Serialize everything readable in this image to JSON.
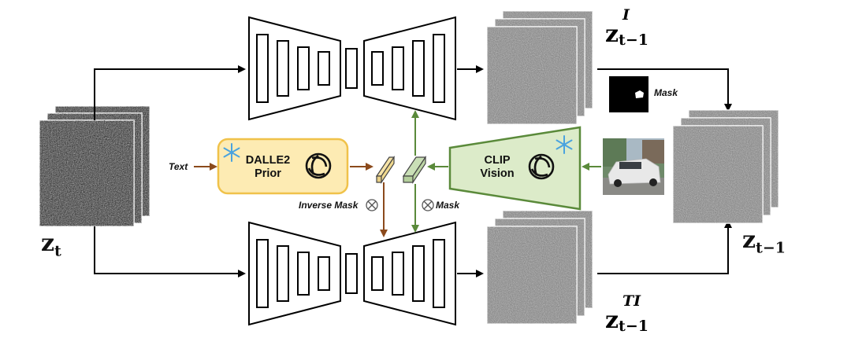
{
  "labels": {
    "z_t_base": "z",
    "z_t_sub": "t",
    "z_t1_base": "z",
    "z_t1_sub": "t−1",
    "zI_sup": "I",
    "zI_base": "z",
    "zI_sub": "t−1",
    "zTI_sup": "TI",
    "zTI_base": "z",
    "zTI_sub": "t−1",
    "text_input": "Text",
    "mask_top": "Mask",
    "inverse_mask": "Inverse Mask",
    "mask_bottom": "Mask",
    "otimes": "⊗"
  },
  "dalle_box": {
    "line1": "DALLE2",
    "line2": "Prior"
  },
  "clip_box": {
    "line1": "CLIP",
    "line2": "Vision"
  },
  "colors": {
    "dalle_fill": "#fdebb3",
    "dalle_border": "#f0c24a",
    "clip_fill": "#dcebc9",
    "clip_border": "#5a8a3a",
    "text_arrow": "#8b4a1c",
    "mask_arrow": "#5a8a3a",
    "snowflake": "#4aa3df"
  }
}
